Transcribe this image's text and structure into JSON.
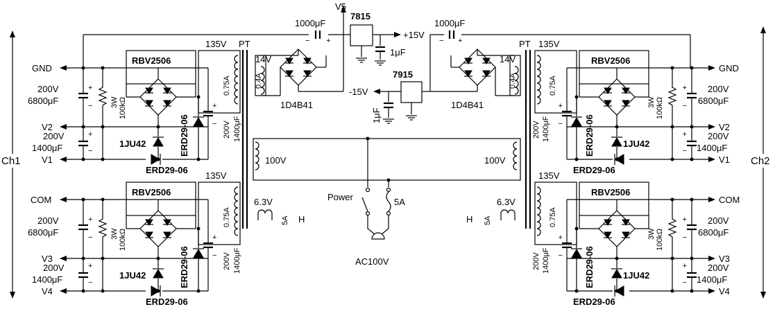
{
  "channels": {
    "left": "Ch1",
    "right": "Ch2"
  },
  "top": {
    "v5": "V5",
    "reg_pos": "7815",
    "reg_neg": "7915",
    "cap_main": "1000μF",
    "cap_small": "1μF",
    "out_pos": "+15V",
    "out_neg": "-15V",
    "bridge": "1D4B41",
    "winding": "14V",
    "winding_i": "0.4A",
    "minus": "−",
    "plus": "+"
  },
  "section": {
    "bridge": "RBV2506",
    "resistor_w": "3W",
    "resistor_v": "100kΩ",
    "cap_main_v": "200V",
    "cap_main_c": "6800μF",
    "cap_sub_v": "200V",
    "cap_sub_c": "1400μF",
    "zener": "1JU42",
    "diode": "ERD29-06",
    "winding": "135V",
    "winding_i": "0.75A",
    "cap_side_v": "200V",
    "cap_side_c": "1400μF",
    "pt": "PT"
  },
  "terminals": {
    "upper": [
      "GND",
      "V2",
      "V1"
    ],
    "lower": [
      "COM",
      "V3",
      "V4"
    ]
  },
  "primary": {
    "left": "100V",
    "right": "100V",
    "heater_v": "6.3V",
    "heater_i": "5A",
    "heater": "H",
    "power": "Power",
    "fuse": "5A",
    "mains": "AC100V"
  }
}
